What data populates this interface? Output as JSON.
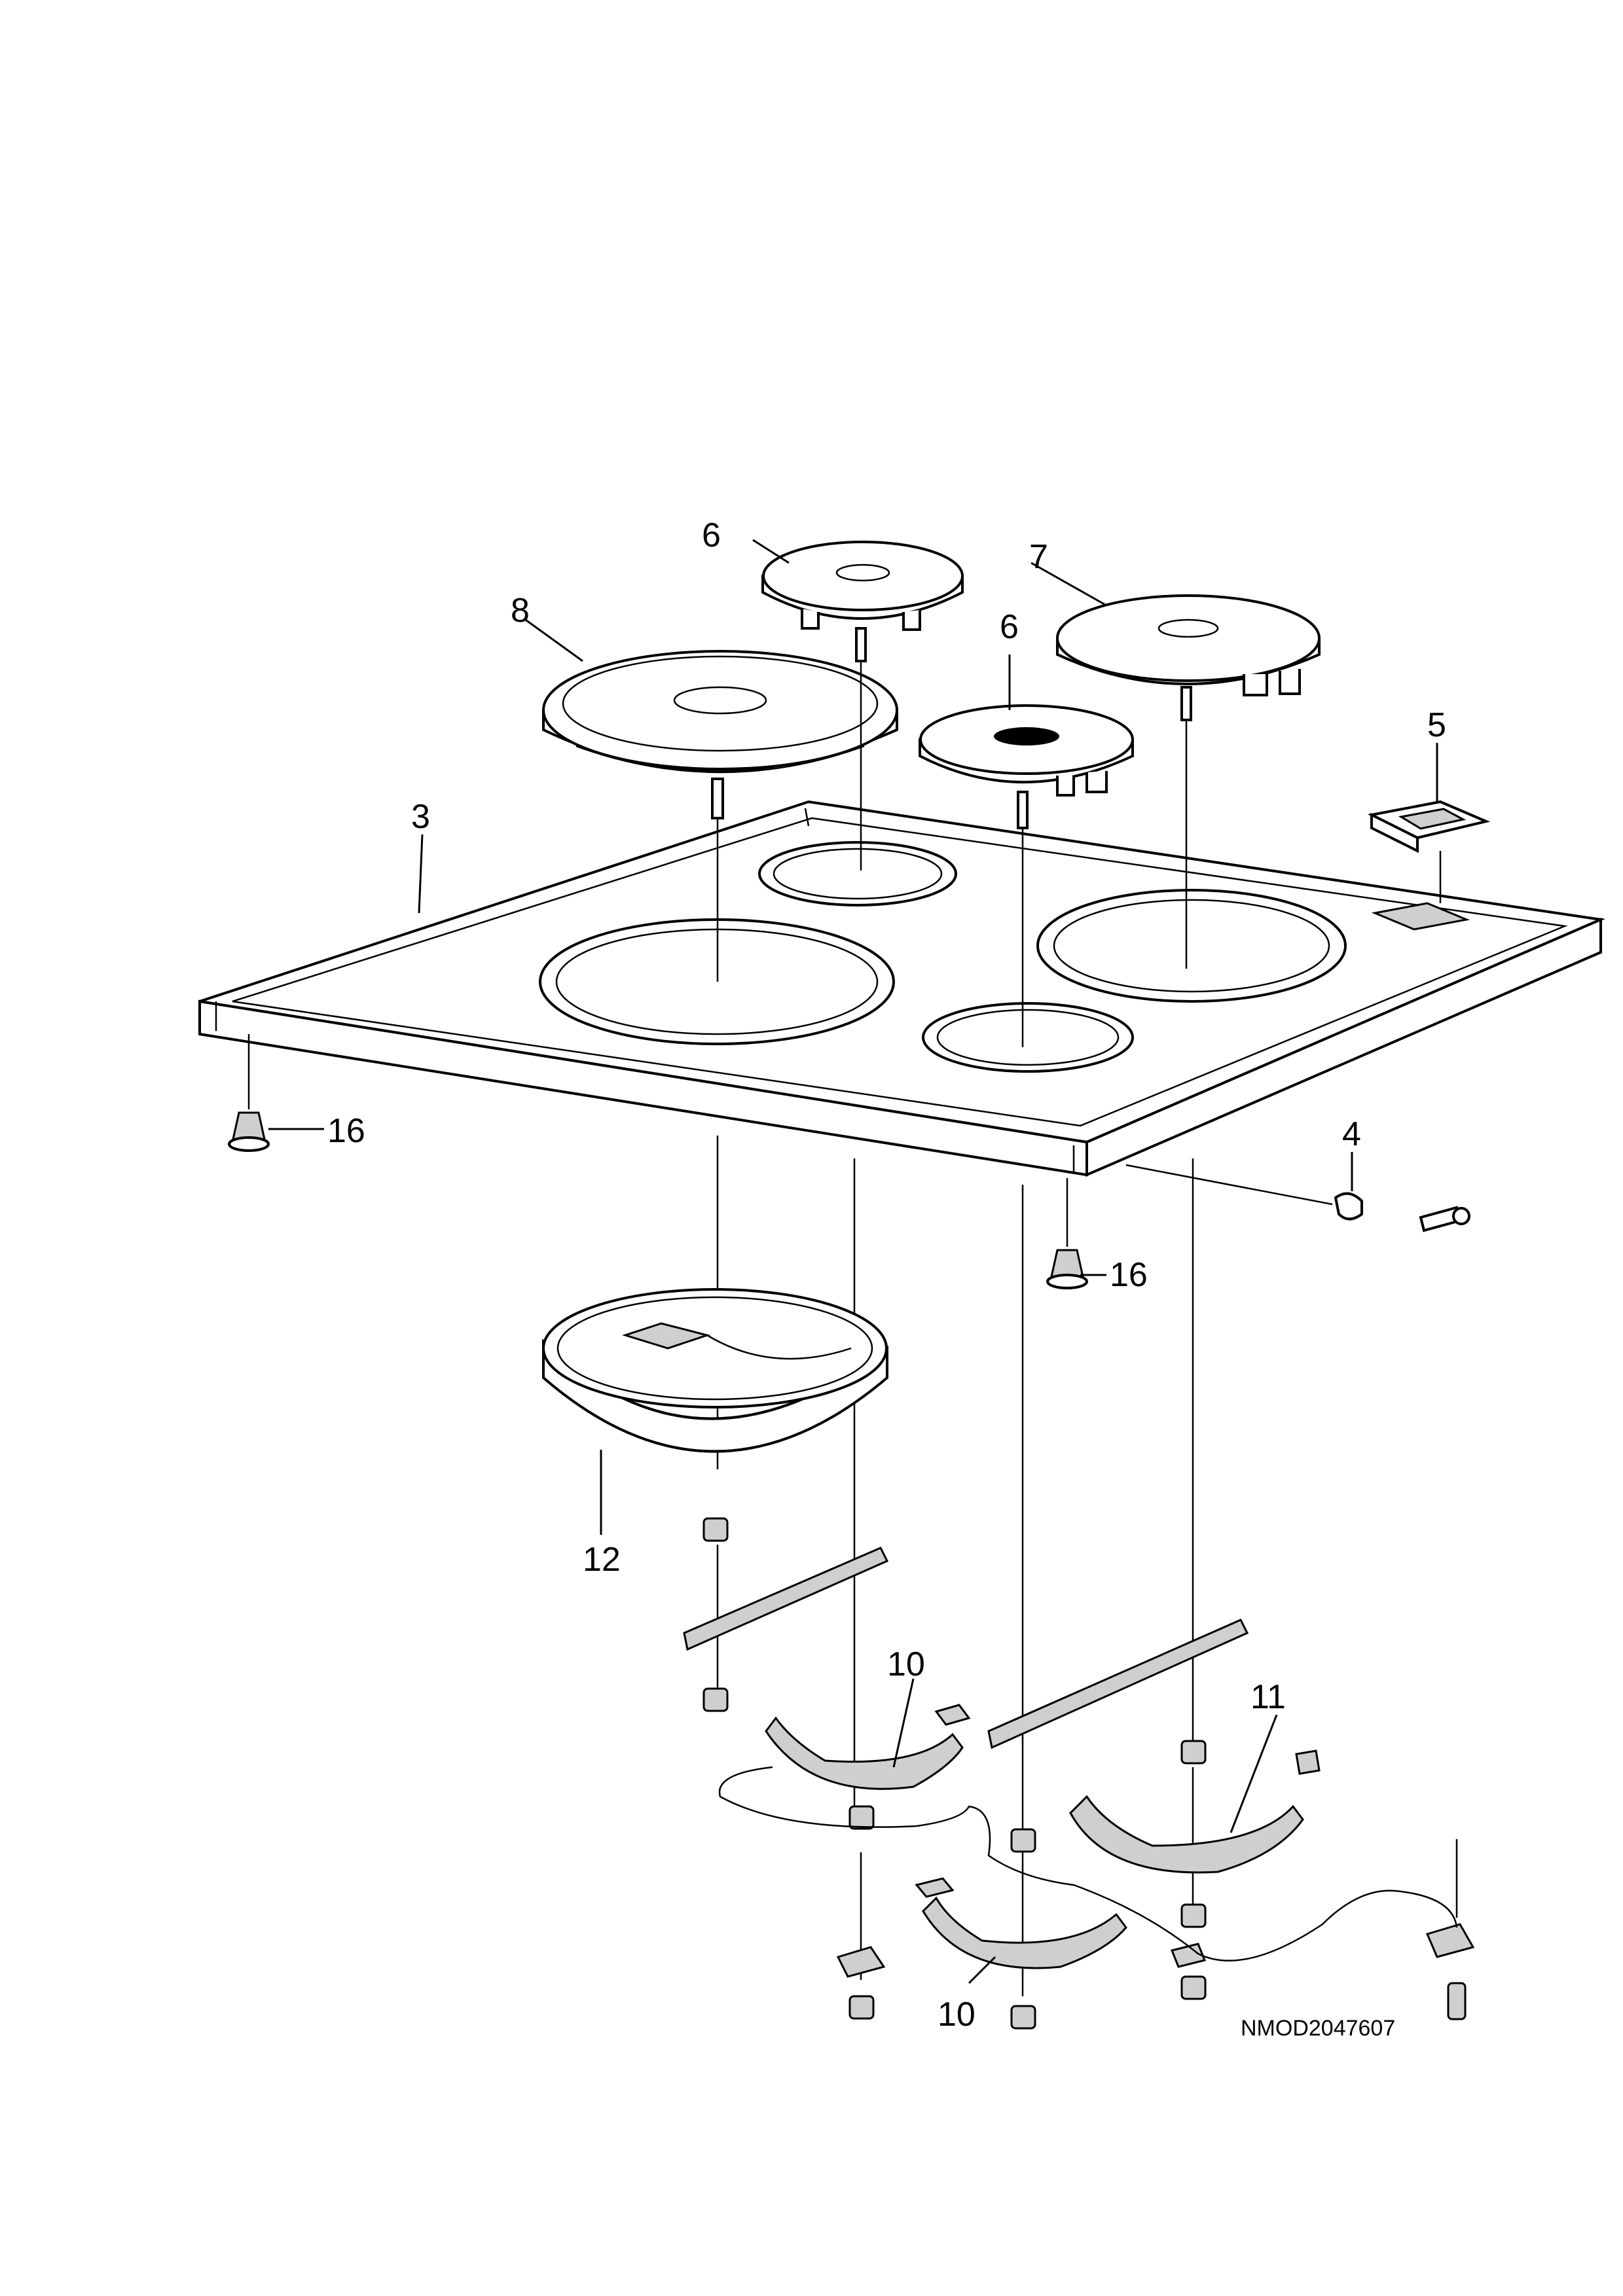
{
  "diagram": {
    "drawing_code": "NMOD2047607",
    "labels": {
      "l3": "3",
      "l4": "4",
      "l5": "5",
      "l6a": "6",
      "l6b": "6",
      "l7": "7",
      "l8": "8",
      "l10a": "10",
      "l10b": "10",
      "l11": "11",
      "l12": "12",
      "l16a": "16",
      "l16b": "16"
    }
  }
}
